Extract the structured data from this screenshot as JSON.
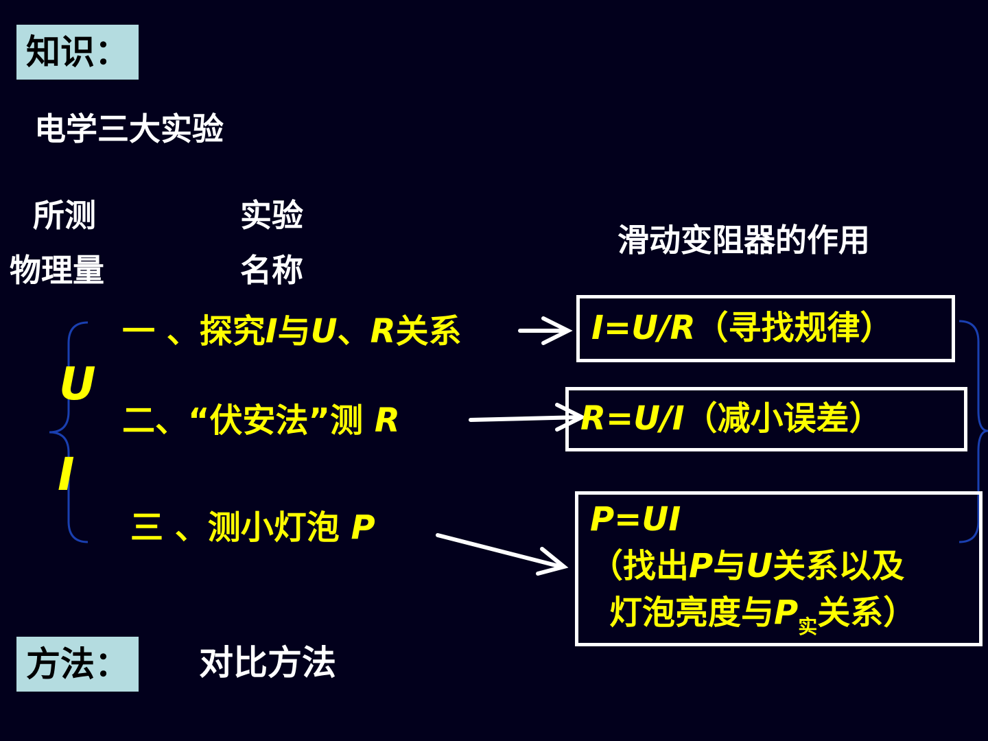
{
  "knowledge_label": "知识：",
  "subtitle": "电学三大实验",
  "col_quantity": [
    "所测",
    "物理量"
  ],
  "col_name": [
    "实验",
    "名称"
  ],
  "col_role": "滑动变阻器的作用",
  "bracket_letters": [
    "U",
    "I"
  ],
  "experiments": [
    {
      "prefix": "一 、探究",
      "v1": "I",
      "mid": "与",
      "v2": "U",
      "mid2": "、",
      "v3": "R",
      "suffix": "关系"
    },
    {
      "prefix": "二、“伏安法”测 ",
      "v1": "R"
    },
    {
      "prefix": "三 、测小灯泡 ",
      "v1": "P"
    }
  ],
  "roles": [
    {
      "formula": "I=U/R",
      "note": "（寻找规律）"
    },
    {
      "formula": "R=U/I",
      "note": "（减小误差）"
    },
    {
      "formula": "P=UI",
      "line2_a": "（找出",
      "line2_b": "P",
      "line2_c": "与",
      "line2_d": "U",
      "line2_e": "关系以及",
      "line3_a": "灯泡亮度与",
      "line3_b": "P",
      "line3_sub": "实",
      "line3_c": "关系）"
    }
  ],
  "method_label": "方法：",
  "method_text": "对比方法",
  "colors": {
    "background": "#02001c",
    "label_box": "#b4dce0",
    "highlight": "#ffff00",
    "bracket": "#1a3fb0"
  }
}
